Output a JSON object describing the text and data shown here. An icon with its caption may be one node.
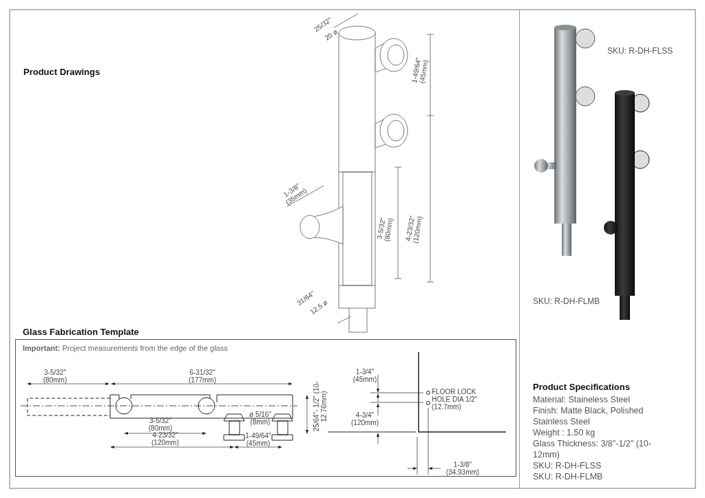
{
  "diagram": {
    "nodes": [
      {
        "text": [
          "Glass Fabrication Template",
          "**Important:** Project measurements from the edge of the glass"
        ]
      }
    ],
    "labels": [
      "Product Drawings",
      "25/32\"",
      "20 ø",
      "1-49/64\" (45mm)",
      "1-3/8\" (35mm)",
      "3-5/32\" (80mm)",
      "4-23/32\" (120mm)",
      "31/64\"",
      "12.5 ø",
      "SKU: R-DH-FLSS",
      "SKU: R-DH-FLMB",
      "3-5/32\" (80mm)",
      "6-31/32\" (177mm)",
      "25/64\"- 1/2\" (10-12.76mm)",
      "3-5/32\" (80mm)",
      "ø 5/16\" (8mm)",
      "4-23/32\" (120mm)",
      "1-49/64\" (45mm)",
      "1-3/4\" (45mm)",
      "FLOOR LOCK HOLE DIA 1/2\" (12.7mm)",
      "4-3/4\" (120mm)",
      "1-3/8\" (34.93mm)",
      "Product Specifications",
      "Material: Staineless Steel",
      "Finish: Matte Black, Polished Stainless Steel",
      "Weight : 1.50 kg",
      "Glass Thickness: 3/8\"-1/2\" (10-12mm)",
      "SKU: R-DH-FLSS",
      "SKU: R-DH-FLMB"
    ]
  }
}
